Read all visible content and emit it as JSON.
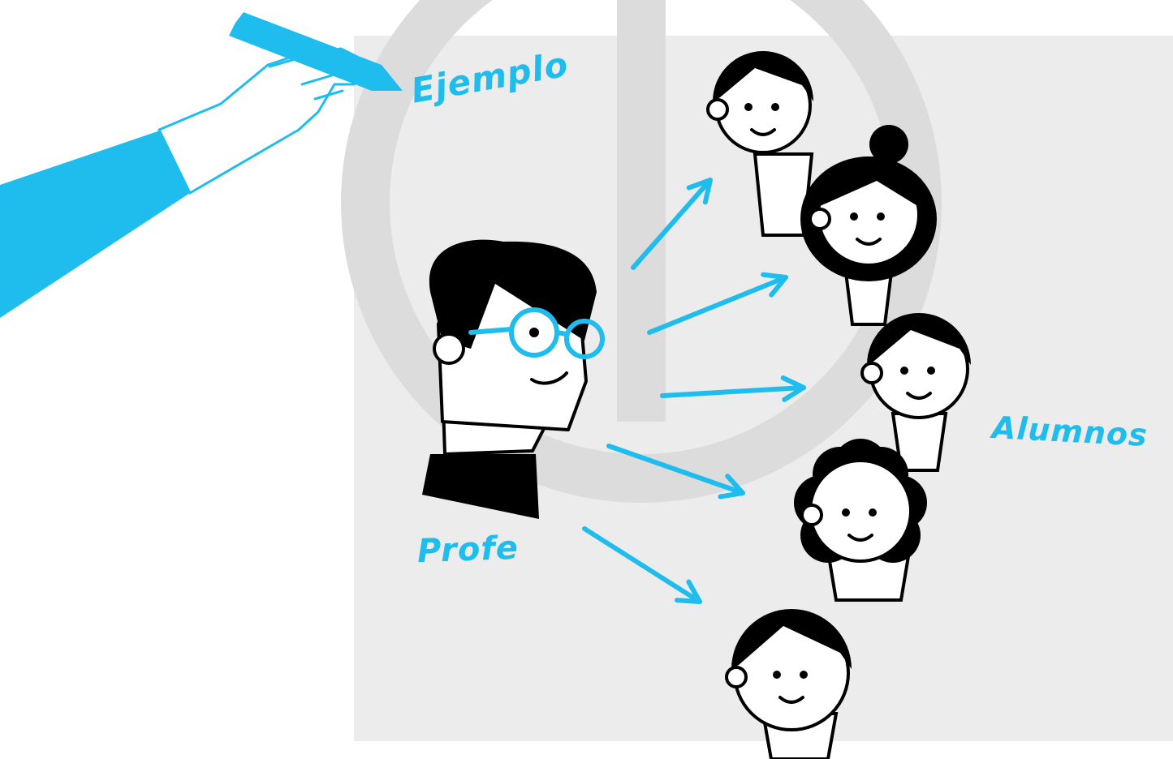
{
  "labels": {
    "example": "Ejemplo",
    "teacher": "Profe",
    "students": "Alumnos"
  },
  "colors": {
    "accent": "#1fbdee",
    "ink": "#000000",
    "panel": "#ececec",
    "skin": "#ffffff",
    "watermark": "#dcdcdc"
  },
  "icons": [
    "hand-holding-marker-icon",
    "teacher-with-glasses-icon",
    "student-face-icon",
    "arrow-icon"
  ]
}
